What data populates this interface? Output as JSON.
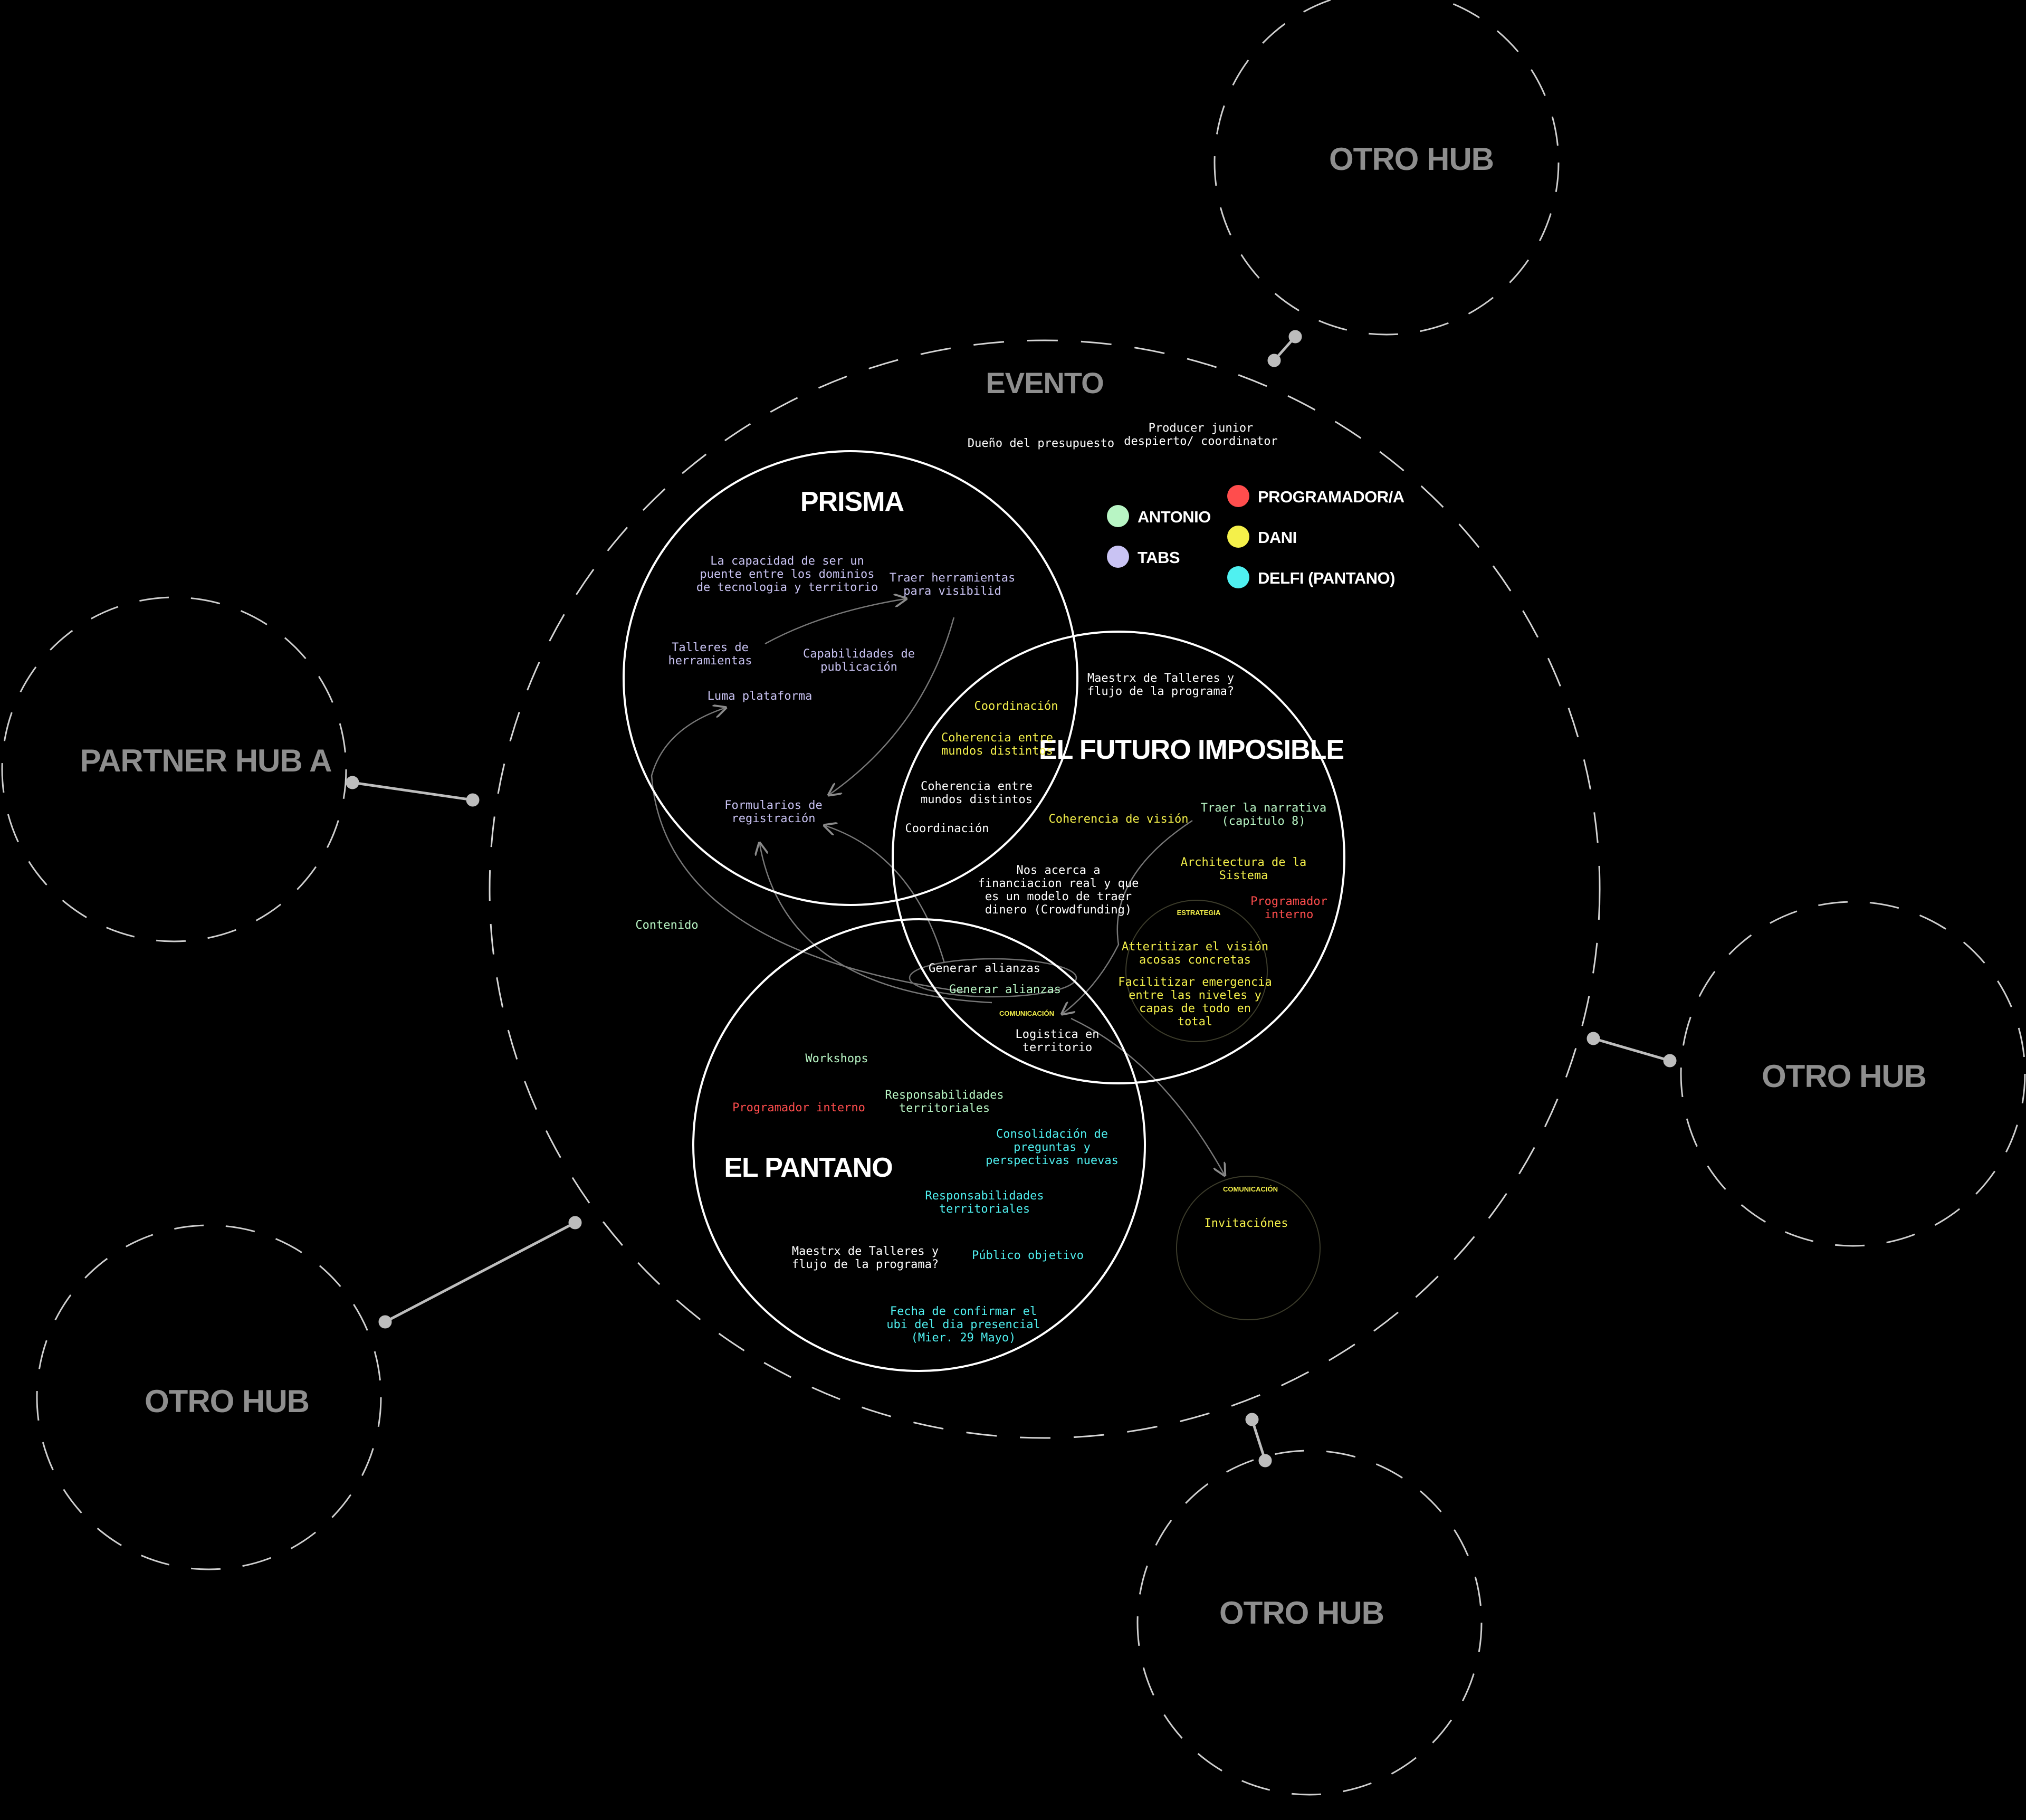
{
  "colors": {
    "background": "#000000",
    "white": "#ffffff",
    "hub_gray": "#8e8e8e",
    "antonio": "#b8f5c4",
    "tabs": "#c9c3f3",
    "programador": "#ff4d4d",
    "dani": "#f4f04a",
    "delfi": "#4ff0f0"
  },
  "hubs": {
    "top_right": "OTRO HUB",
    "left": "PARTNER HUB A",
    "right": "OTRO HUB",
    "bottom_left": "OTRO HUB",
    "bottom": "OTRO HUB"
  },
  "evento": {
    "title": "EVENTO",
    "owner": "Dueño del presupuesto",
    "producer_line1": "Producer junior",
    "producer_line2": "despierto/ coordinator"
  },
  "legend": [
    {
      "label": "ANTONIO",
      "color": "#b8f5c4"
    },
    {
      "label": "TABS",
      "color": "#c9c3f3"
    },
    {
      "label": "PROGRAMADOR/A",
      "color": "#ff4d4d"
    },
    {
      "label": "DANI",
      "color": "#f4f04a"
    },
    {
      "label": "DELFI (PANTANO)",
      "color": "#4ff0f0"
    }
  ],
  "prisma": {
    "title": "PRISMA",
    "puente": [
      "La capacidad de ser un",
      "puente entre los dominios",
      "de tecnologia y territorio"
    ],
    "herramientas": [
      "Traer herramientas",
      "para visibilid"
    ],
    "talleres": [
      "Talleres de",
      "herramientas"
    ],
    "capabilidades": [
      "Capabilidades de",
      "publicación"
    ],
    "luma": "Luma plataforma",
    "formularios": [
      "Formularios de",
      "registración"
    ]
  },
  "futuro": {
    "title": "EL FUTURO IMPOSIBLE",
    "maestrx": [
      "Maestrx de Talleres y",
      "flujo de la programa?"
    ],
    "coordinacion_y": "Coordinación",
    "coherencia_mundos_y": [
      "Coherencia entre",
      "mundos distintos"
    ],
    "coherencia_mundos_w": [
      "Coherencia entre",
      "mundos distintos"
    ],
    "coordinacion_w": "Coordinación",
    "coherencia_vision": "Coherencia de visión",
    "narrativa": [
      "Traer la narrativa",
      "(capitulo 8)"
    ],
    "arquitectura": [
      "Architectura de la",
      "Sistema"
    ],
    "programador": [
      "Programador",
      "interno"
    ],
    "financiacion": [
      "Nos acerca a",
      "financiacion real y que",
      "es un modelo de traer",
      "dinero (Crowdfunding)"
    ]
  },
  "estrategia": {
    "label": "ESTRATEGIA",
    "aterritizar": [
      "Atteritizar el visión",
      "acosas concretas"
    ],
    "facilitar": [
      "Facilitizar emergencia",
      "entre las niveles y",
      "capas de todo en",
      "total"
    ]
  },
  "centro": {
    "alianzas_1": "Generar alianzas",
    "alianzas_2": "Generar alianzas",
    "comunicacion": "COMUNICACIÓN",
    "logistica": [
      "Logistica en",
      "territorio"
    ],
    "contenido": "Contenido"
  },
  "pantano": {
    "title": "EL PANTANO",
    "workshops": "Workshops",
    "programador": "Programador interno",
    "responsabilidades_g": [
      "Responsabilidades",
      "territoriales"
    ],
    "consolidacion": [
      "Consolidación de",
      "preguntas y",
      "perspectivas nuevas"
    ],
    "responsabilidades_c": [
      "Responsabilidades",
      "territoriales"
    ],
    "maestrx": [
      "Maestrx de Talleres y",
      "flujo de la programa?"
    ],
    "publico": "Público objetivo",
    "fecha": [
      "Fecha de confirmar el",
      "ubi del dia presencial",
      "(Mier. 29 Mayo)"
    ]
  },
  "comunicacion_circle": {
    "label": "COMUNICACIÓN",
    "invitaciones": "Invitaciónes"
  }
}
